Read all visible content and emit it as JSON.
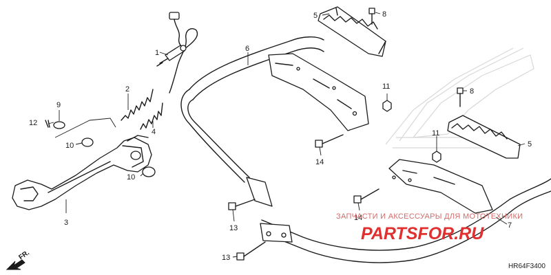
{
  "callouts": {
    "c1": "1",
    "c2": "2",
    "c3": "3",
    "c4": "4",
    "c5a": "5",
    "c5b": "5",
    "c6": "6",
    "c7": "7",
    "c8a": "8",
    "c8b": "8",
    "c9": "9",
    "c10a": "10",
    "c10b": "10",
    "c11a": "11",
    "c11b": "11",
    "c12": "12",
    "c13a": "13",
    "c13b": "13",
    "c14a": "14",
    "c14b": "14"
  },
  "direction": {
    "label": "FR."
  },
  "diagram_code": "HR64F3400",
  "watermark": {
    "caption": "ЗАПЧАСТИ И АКСЕССУАРЫ ДЛЯ МОТОТЕХНИКИ",
    "logo": "PARTSFOR.RU",
    "color": "#e03030"
  }
}
